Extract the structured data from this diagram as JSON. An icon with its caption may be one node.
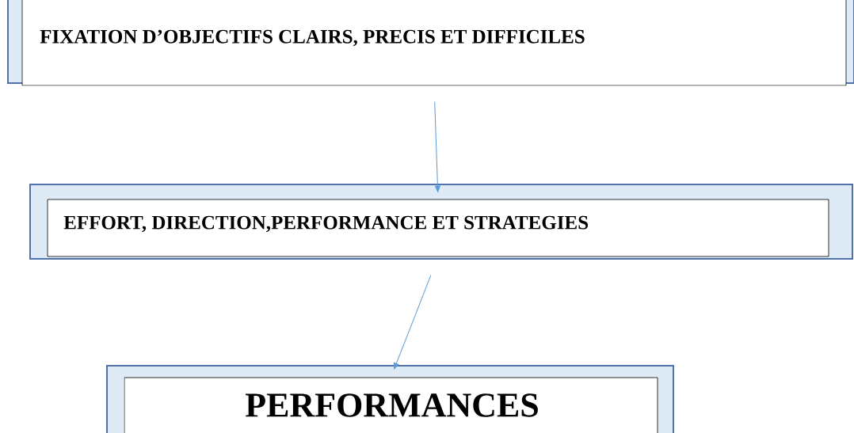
{
  "diagram": {
    "nodes": [
      {
        "text": [
          "FIXATION D’OBJECTIFS CLAIRS, PRECIS ET DIFFICILES"
        ]
      },
      {
        "text": [
          "EFFORT, DIRECTION,PERFORMANCE ET STRATEGIES"
        ]
      },
      {
        "text": [
          "PERFORMANCES"
        ]
      }
    ],
    "edges": [
      {
        "from": 0,
        "to": 1,
        "arrow": "to"
      },
      {
        "from": 1,
        "to": 2,
        "arrow": "to"
      }
    ]
  }
}
